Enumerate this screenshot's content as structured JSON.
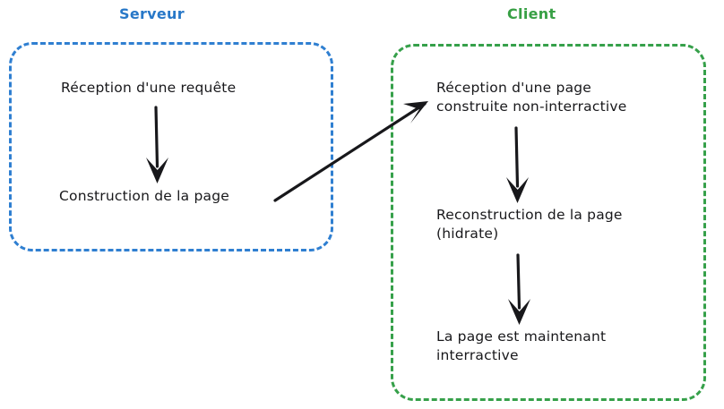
{
  "diagram": {
    "title_server": "Serveur",
    "title_client": "Client",
    "colors": {
      "server_accent": "#2878c8",
      "server_border": "#2f7fd1",
      "client_accent": "#38a045",
      "client_border": "#36a04a",
      "ink": "#18181b",
      "background": "#ffffff"
    },
    "server": {
      "label": "Serveur",
      "steps": [
        {
          "id": "reception-requete",
          "text": "Réception d'une requête"
        },
        {
          "id": "construction-page",
          "text": "Construction de la page"
        }
      ],
      "arrows": [
        {
          "id": "server-step1-to-step2",
          "kind": "vertical-down"
        }
      ]
    },
    "client": {
      "label": "Client",
      "steps": [
        {
          "id": "reception-page",
          "text": "Réception d'une page\nconstruite non-interractive"
        },
        {
          "id": "reconstruction-page",
          "text": "Reconstruction de la page\n(hidrate)"
        },
        {
          "id": "page-interactive",
          "text": "La page est maintenant\ninterractive"
        }
      ],
      "arrows": [
        {
          "id": "client-step1-to-step2",
          "kind": "vertical-down"
        },
        {
          "id": "client-step2-to-step3",
          "kind": "vertical-down"
        }
      ]
    },
    "cross_arrow": {
      "id": "server-to-client",
      "kind": "diagonal-up-right",
      "from": "construction-page",
      "to": "reception-page"
    }
  }
}
